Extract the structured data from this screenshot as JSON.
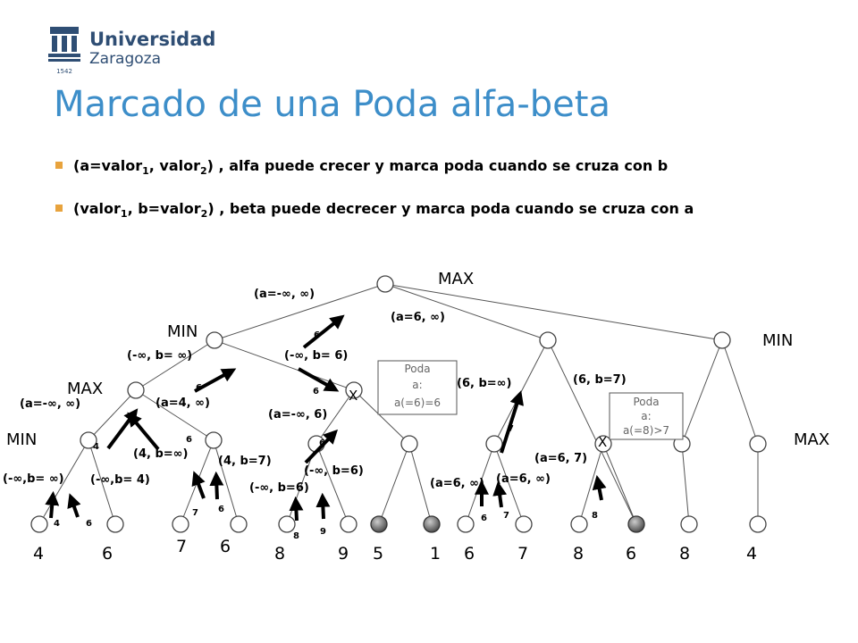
{
  "logo": {
    "line1": "Universidad",
    "line2": "Zaragoza",
    "year": "1542"
  },
  "title": "Marcado de una Poda alfa-beta",
  "bullets": [
    {
      "a": "(a=valor",
      "s1": "1",
      "b": ", valor",
      "s2": "2",
      "c": ")  , alfa puede crecer y marca poda cuando se cruza con b"
    },
    {
      "a": "(valor",
      "s1": "1",
      "b": ", b=valor",
      "s2": "2",
      "c": ")  , beta puede decrecer y marca poda cuando se cruza con a"
    }
  ],
  "levels": {
    "max": "MAX",
    "min": "MIN"
  },
  "leaves": [
    "4",
    "6",
    "7",
    "6",
    "8",
    "9",
    "5",
    "1",
    "6",
    "7",
    "8",
    "6",
    "8",
    "4"
  ],
  "annotations": {
    "root_init": "(a=-∞, ∞)",
    "root_after": "(a=6, ∞)",
    "n1_init": "(-∞, b= ∞)",
    "n1_after": "(-∞, b= 6)",
    "n11_init": "(a=-∞, ∞)",
    "n11_after": "(a=4, ∞)",
    "n111_init": "(-∞,b= ∞)",
    "n111_after": "(-∞,b= 4)",
    "n112_init": "(4, b=∞)",
    "n112_after": "(4, b=7)",
    "n12_init": "(a=-∞, 6)",
    "n121_init": "(-∞, b=6)",
    "n121_after": "(-∞, b=6)",
    "n2_init": "(6, b=∞)",
    "n2_after": "(6, b=7)",
    "n21_init": "(a=6, ∞)",
    "n21_after": "(a=6, ∞)",
    "n22_init": "(a=6, 7)"
  },
  "arrow_values": {
    "root": "6",
    "n1_a": "6",
    "n1_b": "6",
    "n11": "4",
    "n111_a": "4",
    "n111_b": "6",
    "n112": "6",
    "n112_a": "7",
    "n112_b": "6",
    "n12": "6",
    "n121_a": "8",
    "n121_b": "9",
    "n2": "7",
    "n21_a": "6",
    "n21_b": "7",
    "n22": "8"
  },
  "prune_boxes": [
    {
      "title": "Poda",
      "sub": "a:",
      "cond": "a(=6)=6"
    },
    {
      "title": "Poda",
      "sub": "a:",
      "cond": "a(=8)>7"
    }
  ],
  "prune_mark": "X",
  "colors": {
    "title": "#3d8ec9",
    "bullet": "#e8a33d",
    "logo": "#2f4e74",
    "pruned_leaf": "#555555"
  }
}
